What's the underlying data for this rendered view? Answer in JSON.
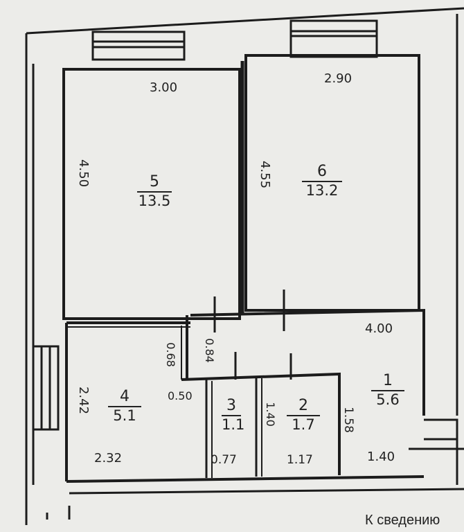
{
  "rooms": [
    {
      "number": "5",
      "area": "13.5"
    },
    {
      "number": "6",
      "area": "13.2"
    },
    {
      "number": "4",
      "area": "5.1"
    },
    {
      "number": "3",
      "area": "1.1"
    },
    {
      "number": "2",
      "area": "1.7"
    },
    {
      "number": "1",
      "area": "5.6"
    }
  ],
  "dimensions": {
    "r5_width": "3.00",
    "r6_width": "2.90",
    "r5_depth": "4.50",
    "r6_depth": "4.55",
    "hall_width": "4.00",
    "r4_depth": "2.42",
    "r4_width": "2.32",
    "step_a": "0.68",
    "step_b": "0.84",
    "step_c": "0.50",
    "r3_width": "0.77",
    "r2_width": "1.17",
    "r2_depth": "1.40",
    "r1_depth": "1.58",
    "r1_width": "1.40"
  },
  "caption": "К сведению"
}
